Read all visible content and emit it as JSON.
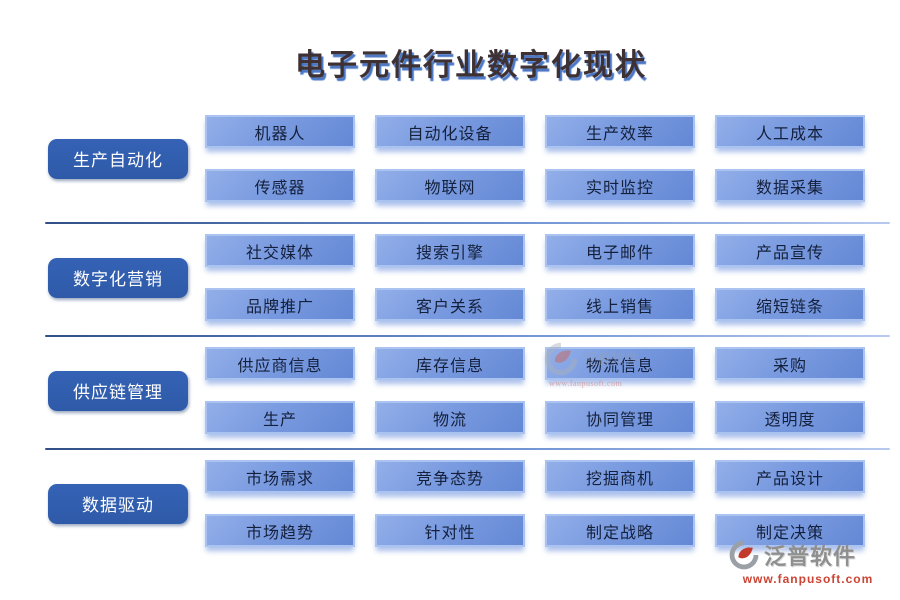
{
  "title": "电子元件行业数字化现状",
  "sections": [
    {
      "label": "生产自动化",
      "items": [
        "机器人",
        "自动化设备",
        "生产效率",
        "人工成本",
        "传感器",
        "物联网",
        "实时监控",
        "数据采集"
      ]
    },
    {
      "label": "数字化营销",
      "items": [
        "社交媒体",
        "搜索引擎",
        "电子邮件",
        "产品宣传",
        "品牌推广",
        "客户关系",
        "线上销售",
        "缩短链条"
      ]
    },
    {
      "label": "供应链管理",
      "items": [
        "供应商信息",
        "库存信息",
        "物流信息",
        "采购",
        "生产",
        "物流",
        "协同管理",
        "透明度"
      ]
    },
    {
      "label": "数据驱动",
      "items": [
        "市场需求",
        "竞争态势",
        "挖掘商机",
        "产品设计",
        "市场趋势",
        "针对性",
        "制定战略",
        "制定决策"
      ]
    }
  ],
  "watermark": {
    "brand": "泛普软件",
    "url": "www.fanpusoft.com"
  },
  "colors": {
    "title_text": "#3e3134",
    "title_shadow": "#4a76c4",
    "category_fill": "#2e5aa8",
    "category_text": "#ffffff",
    "item_fill_light": "#93afe9",
    "item_fill_dark": "#6488d5",
    "item_border": "#aac3f0",
    "item_text": "#14203c",
    "divider_left": "#2f4f86",
    "divider_right": "#b7c9ef",
    "brand_text": "#8f8f8f",
    "brand_url": "#cc4433"
  }
}
